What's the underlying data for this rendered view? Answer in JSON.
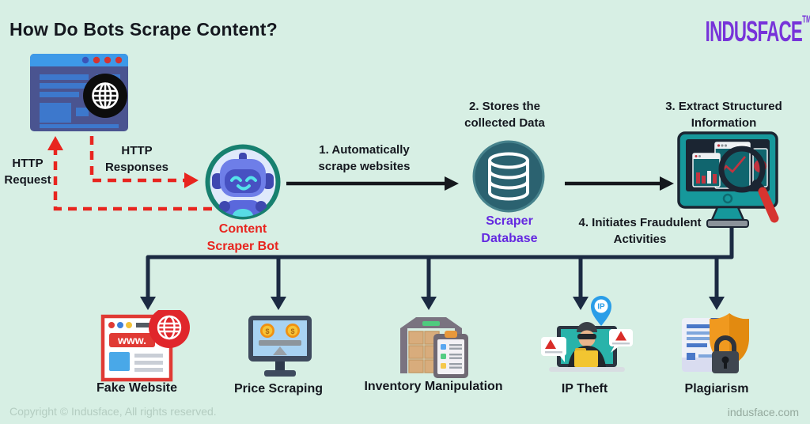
{
  "title": "How Do Bots Scrape Content?",
  "logo": {
    "name": "INDUSFACE",
    "tm": "TM"
  },
  "flow": {
    "http_request": "HTTP Request",
    "http_responses": "HTTP Responses",
    "bot_label": "Content Scraper Bot",
    "step1": "1. Automatically scrape websites",
    "step2": "2. Stores the collected Data",
    "db_label": "Scraper Database",
    "step3": "3. Extract Structured Information",
    "step4": "4. Initiates Fraudulent Activities"
  },
  "outcomes": [
    {
      "label": "Fake Website",
      "badge": "www."
    },
    {
      "label": "Price Scraping",
      "badge": "$"
    },
    {
      "label": "Inventory Manipulation"
    },
    {
      "label": "IP Theft",
      "badge": "IP"
    },
    {
      "label": "Plagiarism"
    }
  ],
  "footer": {
    "left": "Copyright © Indusface, All rights reserved.",
    "right": "indusface.com"
  },
  "colors": {
    "background": "#d7efe4",
    "text_dark": "#15181f",
    "accent_red": "#e8251f",
    "accent_purple": "#6429e0",
    "logo_purple": "#7733d9",
    "teal_ring": "#17806f",
    "db_teal": "#2b6270",
    "line_navy": "#1b2a42",
    "footer_gray": "#a9bfb3"
  }
}
